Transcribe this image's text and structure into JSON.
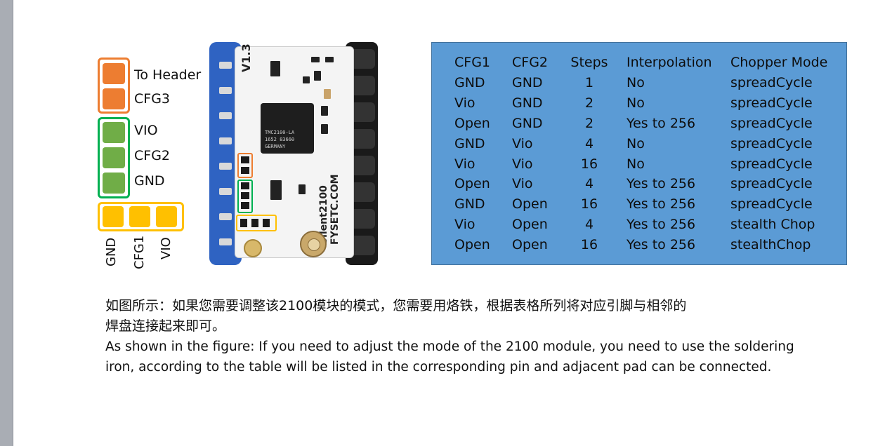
{
  "legend": {
    "labels": [
      "To Header",
      "CFG3",
      "VIO",
      "CFG2",
      "GND"
    ],
    "bottom_labels": [
      "GND",
      "CFG1",
      "VIO"
    ],
    "colors": {
      "orange": "#ed7d31",
      "green": "#70ad47",
      "yellow": "#ffc000",
      "orange_border": "#ed7d31",
      "green_border": "#00b050",
      "yellow_border": "#ffc000"
    }
  },
  "board": {
    "version": "V1.3",
    "chip_lines": [
      "TMC2100-LA",
      "1652 83660",
      "GERMANY"
    ],
    "silk_model": "Silent2100",
    "silk_brand": "FYSETC.COM"
  },
  "table": {
    "headers": [
      "CFG1",
      "CFG2",
      "Steps",
      "Interpolation",
      "Chopper Mode"
    ],
    "rows": [
      [
        "GND",
        "GND",
        "1",
        "No",
        "spreadCycle"
      ],
      [
        "Vio",
        "GND",
        "2",
        "No",
        "spreadCycle"
      ],
      [
        "Open",
        "GND",
        "2",
        "Yes to 256",
        "spreadCycle"
      ],
      [
        "GND",
        "Vio",
        "4",
        "No",
        "spreadCycle"
      ],
      [
        "Vio",
        "Vio",
        "16",
        "No",
        "spreadCycle"
      ],
      [
        "Open",
        "Vio",
        "4",
        "Yes to 256",
        "spreadCycle"
      ],
      [
        "GND",
        "Open",
        "16",
        "Yes to 256",
        "spreadCycle"
      ],
      [
        "Vio",
        "Open",
        "4",
        "Yes to 256",
        "stealth Chop"
      ],
      [
        "Open",
        "Open",
        "16",
        "Yes to 256",
        "stealthChop"
      ]
    ],
    "background": "#5b9bd5"
  },
  "description": {
    "zh_line1": "如图所示：如果您需要调整该2100模块的模式，您需要用烙铁，根据表格所列将对应引脚与相邻的",
    "zh_line2": "焊盘连接起来即可。",
    "en_line1": "As shown in the figure: If you need to adjust the mode of the 2100 module, you need to use the soldering",
    "en_line2": "iron, according to the table will be listed in the corresponding pin and adjacent pad can be connected."
  }
}
